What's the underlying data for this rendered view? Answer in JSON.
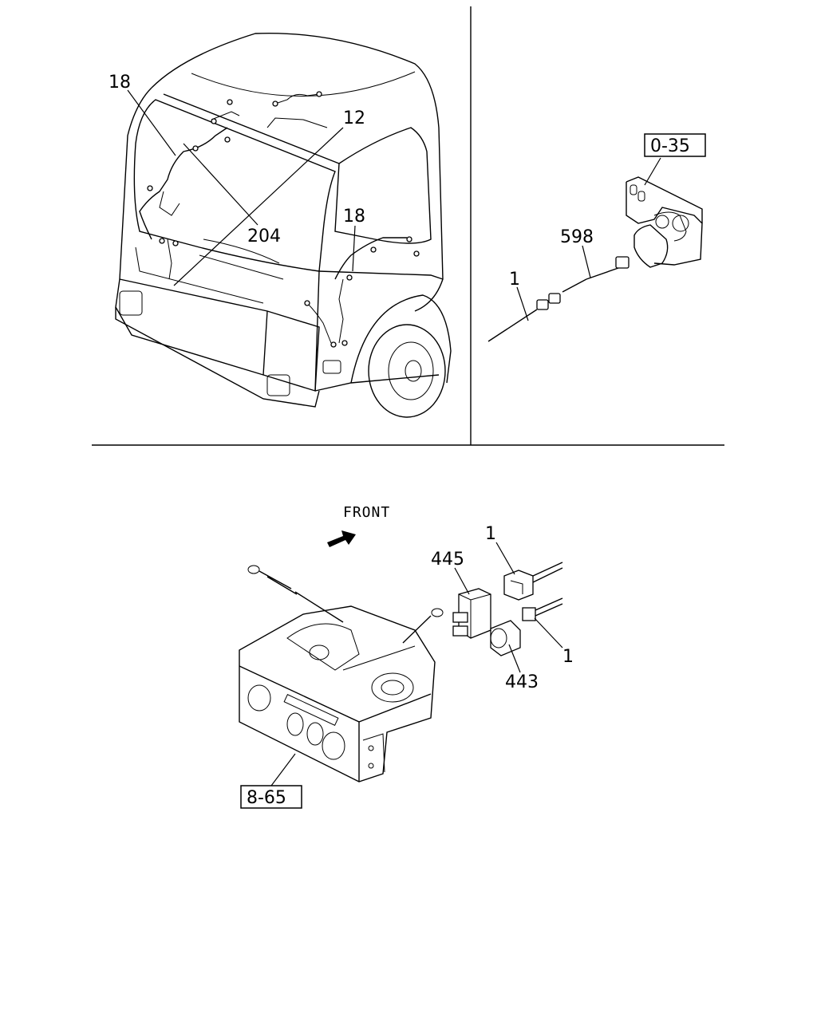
{
  "callouts": {
    "cab_wire_left": "18",
    "cab_wire_main": "12",
    "cab_wire_204": "204",
    "cab_wire_right": "18",
    "ref_0_35": "0-35",
    "part_598": "598",
    "part_1_top": "1",
    "front_label": "FRONT",
    "part_445": "445",
    "part_1_relay_a": "1",
    "part_1_relay_b": "1",
    "part_443": "443",
    "ref_8_65": "8-65"
  },
  "icons": {
    "front_arrow": "arrow-right-icon"
  }
}
